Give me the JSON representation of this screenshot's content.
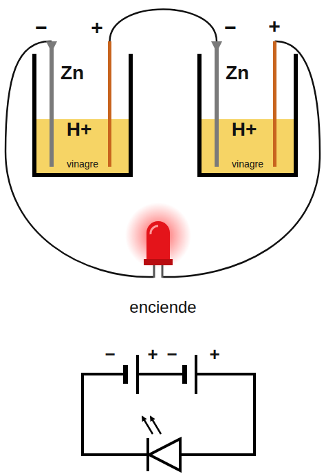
{
  "diagram": {
    "nodes": [
      {
        "text": [
          "Zn",
          "H+",
          "vinagre"
        ]
      },
      {
        "text": [
          "Zn",
          "H+",
          "vinagre"
        ]
      }
    ],
    "edges": [
      {
        "from": 0,
        "to": 1,
        "arrow": "none"
      }
    ],
    "labels": [
      "−",
      "+",
      "−",
      "+",
      "enciende",
      "−",
      "+",
      "−",
      "+"
    ]
  }
}
